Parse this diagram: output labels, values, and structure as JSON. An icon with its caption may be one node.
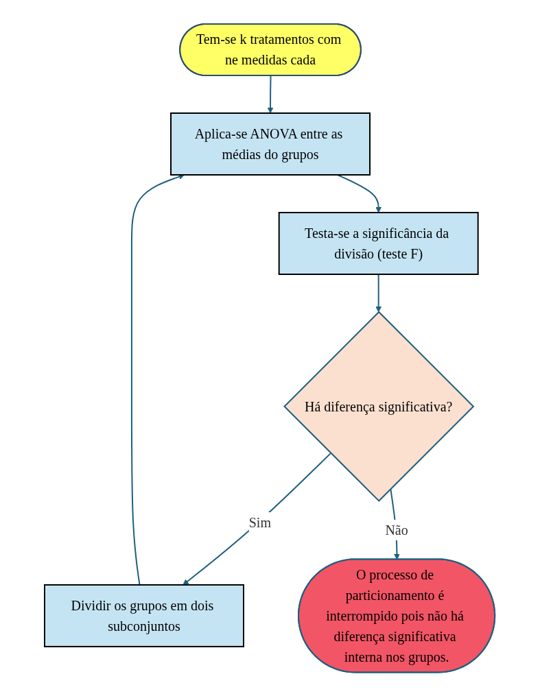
{
  "diagram": {
    "nodes": [
      {
        "text": [
          "Tem-se k tratamentos com ne medidas cada"
        ]
      },
      {
        "text": [
          "Aplica-se ANOVA entre as médias do grupos"
        ]
      },
      {
        "text": [
          "Testa-se a significância da divisão (teste F)"
        ]
      },
      {
        "text": [
          "Há diferença significativa?"
        ]
      },
      {
        "text": [
          "Dividir os grupos em dois subconjuntos"
        ]
      },
      {
        "text": [
          "O processo de particionamento é interrompido pois não há diferença significativa interna nos grupos."
        ]
      }
    ],
    "edges": [
      {
        "from": 0,
        "to": 1,
        "arrow": "to"
      },
      {
        "from": 1,
        "to": 2,
        "arrow": "to"
      },
      {
        "from": 2,
        "to": 3,
        "arrow": "to"
      },
      {
        "from": 3,
        "to": 4,
        "label": "Sim",
        "arrow": "to"
      },
      {
        "from": 4,
        "to": 1,
        "arrow": "to"
      },
      {
        "from": 3,
        "to": 5,
        "label": "Não",
        "arrow": "to"
      }
    ]
  }
}
